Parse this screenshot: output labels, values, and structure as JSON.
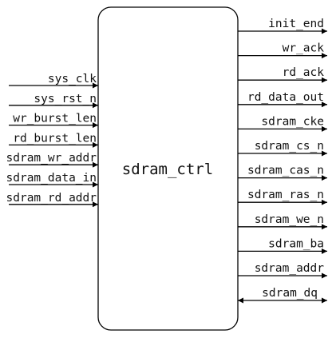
{
  "block": {
    "name": "sdram_ctrl"
  },
  "inputs": [
    "sys_clk",
    "sys_rst_n",
    "wr_burst_len",
    "rd_burst_len",
    "sdram_wr_addr",
    "sdram_data_in",
    "sdram_rd_addr"
  ],
  "outputs": [
    "init_end",
    "wr_ack",
    "rd_ack",
    "rd_data_out",
    "sdram_cke",
    "sdram_cs_n",
    "sdram_cas_n",
    "sdram_ras_n",
    "sdram_we_n",
    "sdram_ba",
    "sdram_addr"
  ],
  "bidirectional": [
    "sdram_dq"
  ]
}
